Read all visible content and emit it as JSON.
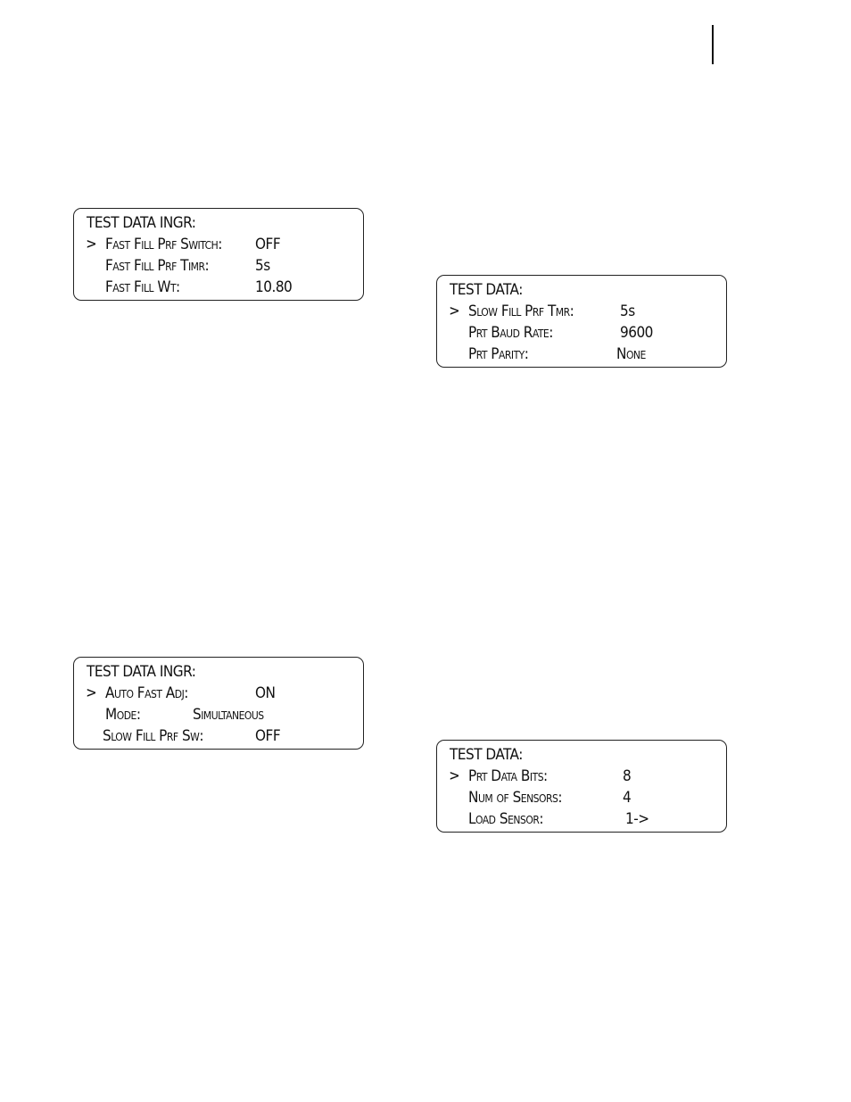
{
  "displays": [
    {
      "title": "TEST  DATA INGR:",
      "rows": [
        {
          "cursor": ">",
          "label": "Fast Fill Prf Switch:",
          "value": "OFF"
        },
        {
          "cursor": "",
          "label": "Fast Fill Prf Timr:",
          "value": "5s"
        },
        {
          "cursor": "",
          "label": "Fast Fill Wt:",
          "value": "10.80"
        }
      ]
    },
    {
      "title": "TEST  DATA:",
      "rows": [
        {
          "cursor": ">",
          "label": "Slow Fill Prf Tmr:",
          "value": "5s"
        },
        {
          "cursor": "",
          "label": "Prt Baud Rate:",
          "value": "9600"
        },
        {
          "cursor": "",
          "label": "Prt Parity:",
          "value": "None"
        }
      ]
    },
    {
      "title": "TEST  DATA INGR:",
      "rows": [
        {
          "cursor": ">",
          "label": "Auto Fast Adj:",
          "value": "ON"
        },
        {
          "cursor": "",
          "label": "Mode:",
          "value": "Simultaneous"
        },
        {
          "cursor": "",
          "label": "Slow Fill Prf Sw:",
          "value": "OFF"
        }
      ]
    },
    {
      "title": "TEST  DATA:",
      "rows": [
        {
          "cursor": ">",
          "label": "Prt Data Bits:",
          "value": "8"
        },
        {
          "cursor": "",
          "label": "Num of Sensors:",
          "value": "4"
        },
        {
          "cursor": "",
          "label": "Load Sensor:",
          "value": "1->"
        }
      ]
    }
  ]
}
